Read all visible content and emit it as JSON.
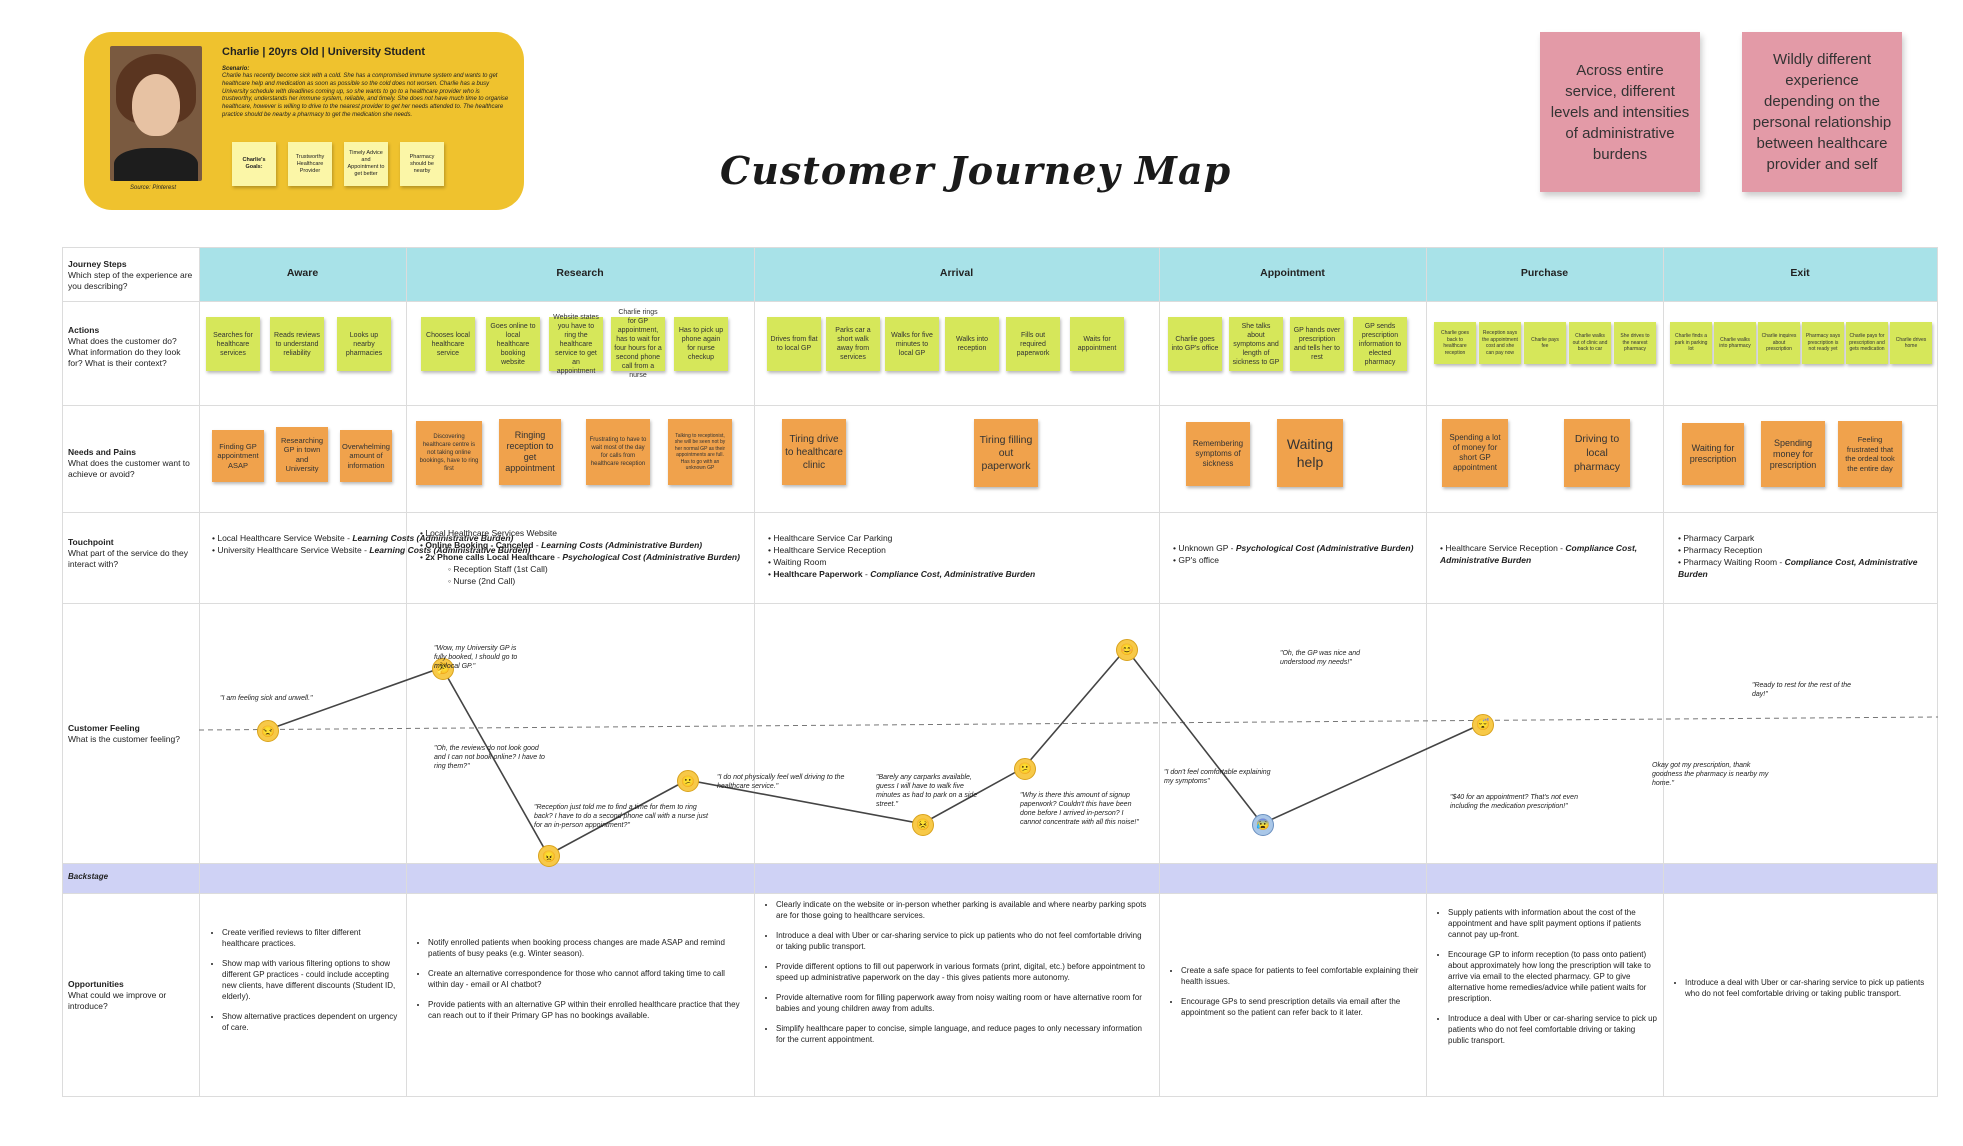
{
  "persona": {
    "name": "Charlie | 20yrs Old | University Student",
    "scenario_title": "Scenario:",
    "scenario": "Charlie has recently become sick with a cold. She has a compromised immune system and wants to get healthcare help and medication as soon as possible so the cold does not worsen. Charlie has a busy University schedule with deadlines coming up, so she wants to go to a healthcare provider who is trustworthy, understands her immune system, reliable, and timely. She does not have much time to organise healthcare, however is willing to drive to the nearest provider to get her needs attended to. The healthcare practice should be nearby a pharmacy to get the medication she needs.",
    "source": "Source: Pinterest",
    "goals": [
      "Charlie's Goals:",
      "Trustworthy Healthcare Provider",
      "Timely Advice and Appointment to get better",
      "Pharmacy should be nearby"
    ]
  },
  "title": "Customer Journey Map",
  "notes": [
    "Across entire service, different levels and intensities of administrative burdens",
    "Wildly different experience depending on the personal relationship between healthcare provider and self"
  ],
  "rows": {
    "journey": {
      "title": "Journey Steps",
      "desc": "Which step of the experience are you describing?"
    },
    "actions": {
      "title": "Actions",
      "desc": "What does the customer do? What information do they look for? What is their context?"
    },
    "needs": {
      "title": "Needs and Pains",
      "desc": "What does the customer want to achieve or avoid?"
    },
    "touchpoint": {
      "title": "Touchpoint",
      "desc": "What part of the service do they interact with?"
    },
    "feeling": {
      "title": "Customer Feeling",
      "desc": "What is the customer feeling?"
    },
    "backstage": "Backstage",
    "opportunities": {
      "title": "Opportunities",
      "desc": "What could we improve or introduce?"
    }
  },
  "stages": [
    "Aware",
    "Research",
    "Arrival",
    "Appointment",
    "Purchase",
    "Exit"
  ],
  "actions": [
    "Searches for healthcare services",
    "Reads reviews to understand reliability",
    "Looks up nearby pharmacies",
    "Chooses local healthcare service",
    "Goes online to local healthcare booking website",
    "Website states you have to ring the healthcare service to get an appointment",
    "Charlie rings for GP appointment, has to wait for four hours for a second phone call from a nurse",
    "Has to pick up phone again for nurse checkup",
    "Drives from flat to local GP",
    "Parks car a short walk away from services",
    "Walks for five minutes to local GP",
    "Walks into reception",
    "Fills out required paperwork",
    "Waits for appointment",
    "Charlie goes into GP's office",
    "She talks about symptoms and length of sickness to GP",
    "GP hands over prescription and tells her to rest",
    "GP sends prescription information to elected pharmacy",
    "Charlie goes back to healthcare reception",
    "Reception says the appointment cost and she can pay now",
    "Charlie pays fee",
    "Charlie walks out of clinic and back to car",
    "She drives to the nearest pharmacy",
    "Charlie finds a park in parking lot",
    "Charlie walks into pharmacy",
    "Charlie inquires about prescription",
    "Pharmacy says prescription is not ready yet",
    "Charlie pays for prescription and gets medication",
    "Charlie drives home"
  ],
  "needs": [
    "Finding GP appointment ASAP",
    "Researching GP in town and University",
    "Overwhelming amount of information",
    "Discovering healthcare centre is not taking online bookings, have to ring first",
    "Ringing reception to get appointment",
    "Frustrating to have to wait most of the day for calls from healthcare reception",
    "Talking to receptionist, she will be seen not by her normal GP as their appointments are full. Has to go with an unknown GP",
    "Tiring drive to healthcare clinic",
    "Tiring filling out paperwork",
    "Remembering symptoms of sickness",
    "Waiting help",
    "Spending a lot of money for short GP appointment",
    "Driving to local pharmacy",
    "Waiting for prescription",
    "Spending money for prescription",
    "Feeling frustrated that the ordeal took the entire day"
  ],
  "touchpoints": {
    "aware": [
      "Local Healthcare Service Website",
      "Learning Costs (Administrative Burden)",
      "University Healthcare Service Website",
      "Learning Costs (Administrative Burden)"
    ],
    "research": [
      "Local Healthcare Services Website",
      "Online Booking - Canceled",
      "Learning Costs (Administrative Burden)",
      "2x Phone calls Local Healthcare",
      "Psychological Cost (Administrative Burden)",
      "Reception Staff (1st Call)",
      "Nurse (2nd Call)"
    ],
    "arrival": [
      "Healthcare Service Car Parking",
      "Healthcare Service Reception",
      "Waiting Room",
      "Healthcare Paperwork",
      "Compliance Cost, Administrative Burden"
    ],
    "appointment": [
      "Unknown GP",
      "Psychological Cost (Administrative Burden)",
      "GP's office"
    ],
    "purchase": [
      "Healthcare Service Reception",
      "Compliance Cost, Administrative Burden"
    ],
    "exit": [
      "Pharmacy Carpark",
      "Pharmacy Reception",
      "Pharmacy Waiting Room",
      "Compliance Cost, Administrative Burden"
    ]
  },
  "feelings": {
    "quotes": [
      "\"I am feeling sick and unwell.\"",
      "\"Wow, my University GP is fully booked, I should go to my local GP.\"",
      "\"Oh, the reviews do not look good and I can not book online? I have to ring them?\"",
      "\"Reception just told me to find a time for them to ring back? I have to do a second phone call with a nurse just for an in-person appointment?\"",
      "\"I do not physically feel well driving to the healthcare service.\"",
      "\"Barely any carparks available, guess I will have to walk five minutes as had to park on a side street.\"",
      "\"Why is there this amount of signup paperwork? Couldn't this have been done before I arrived in-person? I cannot concentrate with all this noise!\"",
      "\"I don't feel comfortable explaining my symptoms\"",
      "\"Oh, the GP was nice and understood my needs!\"",
      "\"$40 for an appointment? That's not even including the medication prescription!\"",
      "Okay got my prescription, thank goodness the pharmacy is nearby my home.\"",
      "\"Ready to rest for the rest of the day!\""
    ],
    "points": [
      {
        "emoji": "😒",
        "level": 0.0
      },
      {
        "emoji": "🤔",
        "level": 0.5
      },
      {
        "emoji": "😠",
        "level": -1.0
      },
      {
        "emoji": "😕",
        "level": -0.4
      },
      {
        "emoji": "😣",
        "level": -0.75
      },
      {
        "emoji": "😕",
        "level": -0.3
      },
      {
        "emoji": "😊",
        "level": 0.65
      },
      {
        "emoji": "😰",
        "level": -0.75
      },
      {
        "emoji": "😴",
        "level": 0.05
      }
    ]
  },
  "opportunities": {
    "aware": [
      "Create verified reviews to filter different healthcare practices.",
      "Show map with various filtering options to show different GP practices - could include accepting new clients, have different discounts (Student ID, elderly).",
      "Show alternative practices dependent on urgency of care."
    ],
    "research": [
      "Notify enrolled patients when booking process changes are made ASAP and remind patients of busy peaks (e.g. Winter season).",
      "Create an alternative correspondence for those who cannot afford taking time to call within day - email or AI chatbot?",
      "Provide patients with an alternative GP within their enrolled healthcare practice that they can reach out to if their Primary GP has no bookings available."
    ],
    "arrival": [
      "Clearly indicate on the website or in-person whether parking is available and where nearby parking spots are for those going to healthcare services.",
      "Introduce a deal with Uber or car-sharing service to pick up patients who do not feel comfortable driving or taking public transport.",
      "Provide different options to fill out paperwork in various formats (print, digital, etc.) before appointment to speed up administrative paperwork on the day - this gives patients more autonomy.",
      "Provide alternative room for filling paperwork away from noisy waiting room or have alternative room for babies and young children away from adults.",
      "Simplify healthcare paper to concise, simple language, and reduce pages to only necessary information for the current appointment."
    ],
    "appointment": [
      "Create a safe space for patients to feel comfortable explaining their health issues.",
      "Encourage GPs to send prescription details via email after the appointment so the patient can refer back to it later."
    ],
    "purchase": [
      "Supply patients with information about the cost of the appointment and have split payment options if patients cannot pay up-front.",
      "Encourage GP to inform reception (to pass onto patient) about approximately how long the prescription will take to arrive via email to the elected pharmacy. GP to give alternative home remedies/advice while patient waits for prescription.",
      "Introduce a deal with Uber or car-sharing service to pick up patients who do not feel comfortable driving or taking public transport."
    ],
    "exit": [
      "Introduce a deal with Uber or car-sharing service to pick up patients who do not feel comfortable driving or taking public transport."
    ]
  },
  "colors": {
    "stage_bar": "#a8e2e8",
    "action_sticky": "#d6e75a",
    "need_sticky": "#f0a24c",
    "persona_card": "#efc22e",
    "note_pink": "#e39aa7",
    "backstage_bar": "#cfd2f5"
  }
}
